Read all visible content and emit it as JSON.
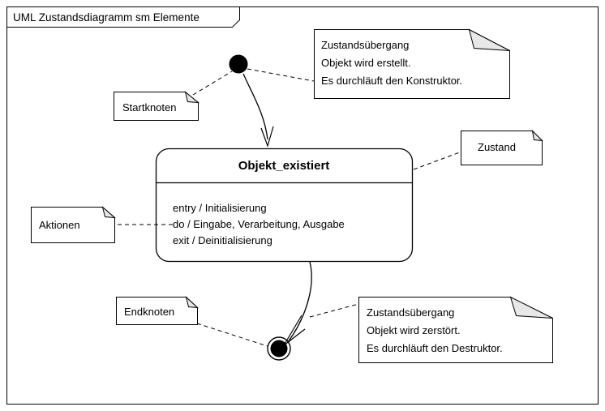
{
  "frame": {
    "title": "UML Zustandsdiagramm sm Elemente",
    "border_color": "#000000",
    "background": "#ffffff"
  },
  "diagram": {
    "type": "uml-state-machine",
    "state": {
      "name": "Objekt_existiert",
      "actions": [
        "entry / Initialisierung",
        "do / Eingabe, Verarbeitung, Ausgabe",
        "exit / Deinitialisierung"
      ]
    },
    "nodes": [
      {
        "name": "start-node",
        "kind": "initial"
      },
      {
        "name": "end-node",
        "kind": "final"
      }
    ],
    "notes": [
      {
        "id": "note-startknoten",
        "lines": [
          "Startknoten"
        ]
      },
      {
        "id": "note-transition-create",
        "lines": [
          "Zustandsübergang",
          "Objekt wird erstellt.",
          "Es durchläuft den Konstruktor."
        ]
      },
      {
        "id": "note-zustand",
        "lines": [
          "Zustand"
        ]
      },
      {
        "id": "note-aktionen",
        "lines": [
          "Aktionen"
        ]
      },
      {
        "id": "note-endknoten",
        "lines": [
          "Endknoten"
        ]
      },
      {
        "id": "note-transition-destroy",
        "lines": [
          "Zustandsübergang",
          "Objekt wird zerstört.",
          "Es durchläuft den Destruktor."
        ]
      }
    ],
    "fold_fill": "#e8e8e8",
    "line_color": "#000000"
  }
}
